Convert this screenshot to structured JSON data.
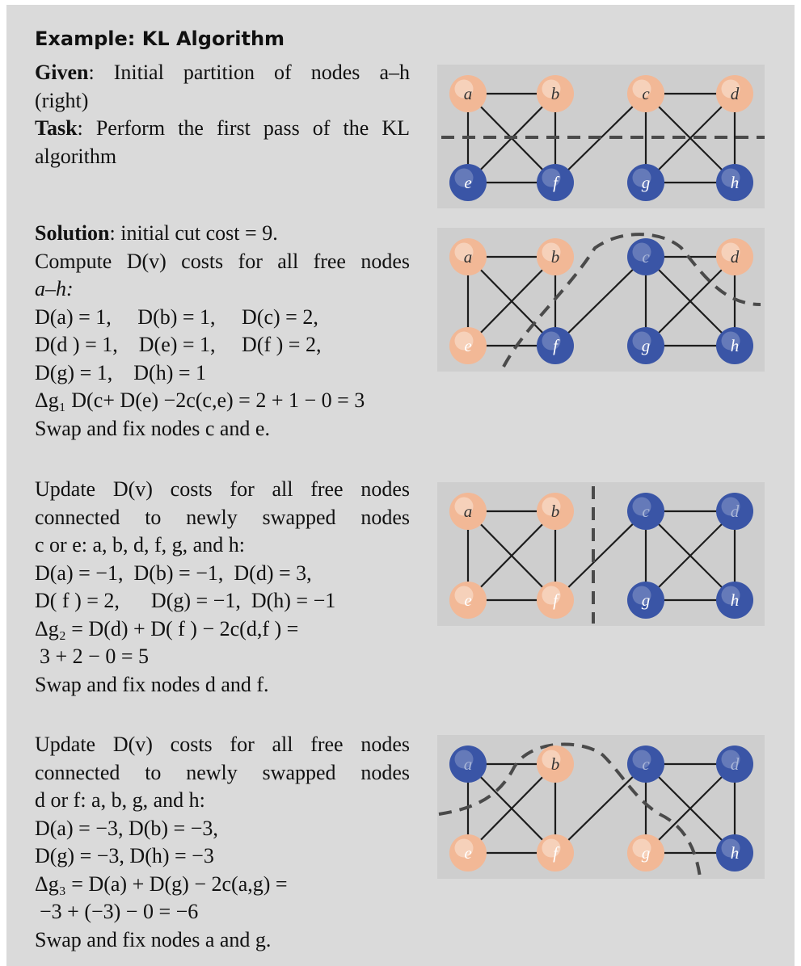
{
  "title": "Example: KL Algorithm",
  "given": {
    "label": "Given",
    "text": ": Initial partition of nodes a–h",
    "text2": "(right)"
  },
  "task": {
    "label": "Task",
    "text": ": Perform the first pass of the KL",
    "text2": "algorithm"
  },
  "solution": {
    "label": "Solution",
    "line1": ": initial cut cost = 9.",
    "line2": "Compute D(v) costs for all free nodes",
    "line3": "a–h:",
    "line4": "D(a) = 1,     D(b) = 1,     D(c) = 2,",
    "line5": "D(d ) = 1,    D(e) = 1,     D(f ) = 2,",
    "line6": "D(g) = 1,    D(h) = 1",
    "line7": "Δg₁ D(c+ D(e) −2c(c,e) = 2 + 1 − 0 = 3",
    "line8": "Swap and fix nodes c and e."
  },
  "update1": {
    "line1": "Update D(v) costs for all free nodes",
    "line2": "connected to newly swapped nodes",
    "line3": "c or e: a, b, d, f, g, and h:",
    "line4": "D(a) = −1,  D(b) = −1,  D(d) = 3,",
    "line5": "D( f ) = 2,      D(g) = −1,  D(h) = −1",
    "line6": "Δg₂ = D(d) + D( f ) − 2c(d,f ) =",
    "line7": "3 + 2 − 0 = 5",
    "line8": "Swap and fix nodes d and f."
  },
  "update2": {
    "line1": "Update D(v) costs for all free nodes",
    "line2": "connected to newly swapped nodes",
    "line3": "d or f: a, b, g, and h:",
    "line4": "D(a) = −3, D(b) = −3,",
    "line5": "D(g) = −3, D(h) = −3",
    "line6": "Δg₃ = D(a) + D(g) − 2c(a,g) =",
    "line7": "−3 + (−3) − 0 = −6",
    "line8": "Swap and fix nodes a and g."
  },
  "node_labels": [
    "a",
    "b",
    "c",
    "d",
    "e",
    "f",
    "g",
    "h"
  ],
  "colors": {
    "panel": "#dadada",
    "graph_bg": "#cecece",
    "peach": "#f2b896",
    "blue": "#3a55a6",
    "edge": "#1c1c1c",
    "cut": "#4a4a4a"
  },
  "graphs": [
    {
      "name": "initial-partition",
      "blue_nodes": [
        "e",
        "f",
        "g",
        "h"
      ],
      "locked_nodes": []
    },
    {
      "name": "after-swap-c-e",
      "blue_nodes": [
        "c",
        "f",
        "g",
        "h"
      ],
      "locked_nodes": [
        "c",
        "e"
      ]
    },
    {
      "name": "after-swap-d-f",
      "blue_nodes": [
        "c",
        "d",
        "g",
        "h"
      ],
      "locked_nodes": [
        "c",
        "d",
        "e",
        "f"
      ]
    },
    {
      "name": "after-swap-a-g",
      "blue_nodes": [
        "a",
        "c",
        "d",
        "h"
      ],
      "locked_nodes": [
        "a",
        "c",
        "d",
        "e",
        "f",
        "g"
      ]
    }
  ]
}
